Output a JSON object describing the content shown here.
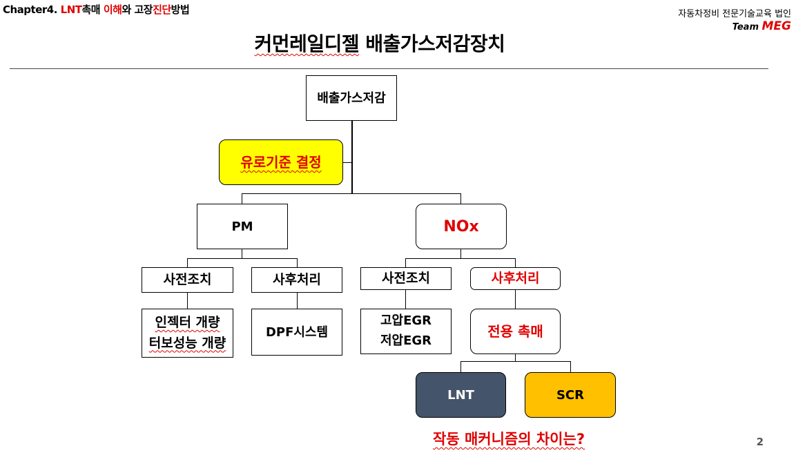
{
  "header": {
    "chapter_prefix": "Chapter4. ",
    "chapter_lnt": "LNT",
    "chapter_part2": "촉매 ",
    "chapter_red2": "이해",
    "chapter_part3": "와 고장",
    "chapter_red3": "진단",
    "chapter_part4": "방법",
    "org": "자동차정비 전문기술교육 법인",
    "team_prefix": "Team ",
    "team_name": "MEG"
  },
  "title": {
    "part1": "커먼레일디젤",
    "part2": " 배출가스저감장치"
  },
  "nodes": {
    "root": "배출가스저감",
    "oil": "유로기준 결정",
    "pm": "PM",
    "nox": "NOx",
    "pm_pre": "사전조치",
    "pm_post": "사후처리",
    "nox_pre": "사전조치",
    "nox_post": "사후처리",
    "injector_1": "인젝터 개량",
    "injector_2": "터보성능 개량",
    "dpf": "DPF시스템",
    "egr_1": "고압EGR",
    "egr_2": "저압EGR",
    "dedicated": "전용 촉매",
    "lnt": "LNT",
    "scr": "SCR"
  },
  "question": "작동 매커니즘의 차이는?",
  "page_number": "2",
  "colors": {
    "accent_red": "#e00000",
    "yellow_box": "#ffff00",
    "lnt_box": "#44546a",
    "scr_box": "#ffc000"
  }
}
